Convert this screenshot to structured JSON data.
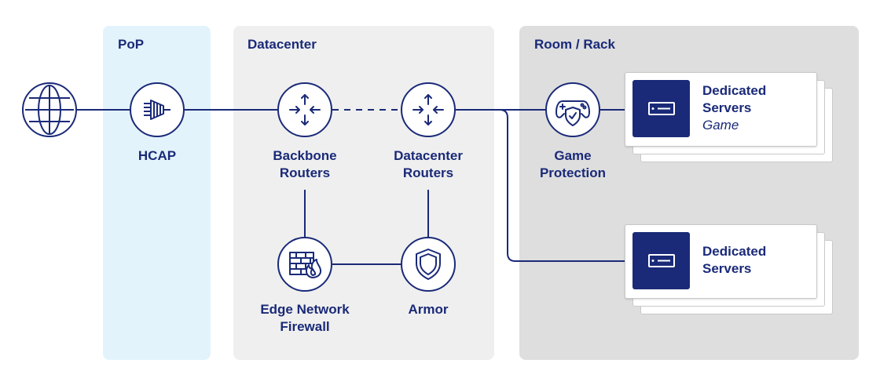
{
  "zones": {
    "pop": "PoP",
    "datacenter": "Datacenter",
    "room_rack": "Room / Rack"
  },
  "nodes": {
    "internet": {
      "icon": "globe-icon"
    },
    "hcap": {
      "icon": "hcap-icon",
      "label": [
        "HCAP"
      ]
    },
    "backbone_routers": {
      "icon": "router-icon",
      "label": [
        "Backbone",
        "Routers"
      ]
    },
    "datacenter_routers": {
      "icon": "router-icon",
      "label": [
        "Datacenter",
        "Routers"
      ]
    },
    "edge_firewall": {
      "icon": "firewall-icon",
      "label": [
        "Edge Network",
        "Firewall"
      ]
    },
    "armor": {
      "icon": "shield-icon",
      "label": [
        "Armor"
      ]
    },
    "game_protection": {
      "icon": "gamepad-shield-icon",
      "label": [
        "Game",
        "Protection"
      ]
    }
  },
  "servers": [
    {
      "icon": "server-icon",
      "title": [
        "Dedicated",
        "Servers"
      ],
      "subtitle": "Game"
    },
    {
      "icon": "server-icon",
      "title": [
        "Dedicated",
        "Servers"
      ],
      "subtitle": ""
    }
  ],
  "colors": {
    "navy": "#1a2a78",
    "pop_bg": "#e3f3fb",
    "datacenter_bg": "#efefef",
    "room_bg": "#dedede",
    "card_border": "#c9c9c9"
  }
}
